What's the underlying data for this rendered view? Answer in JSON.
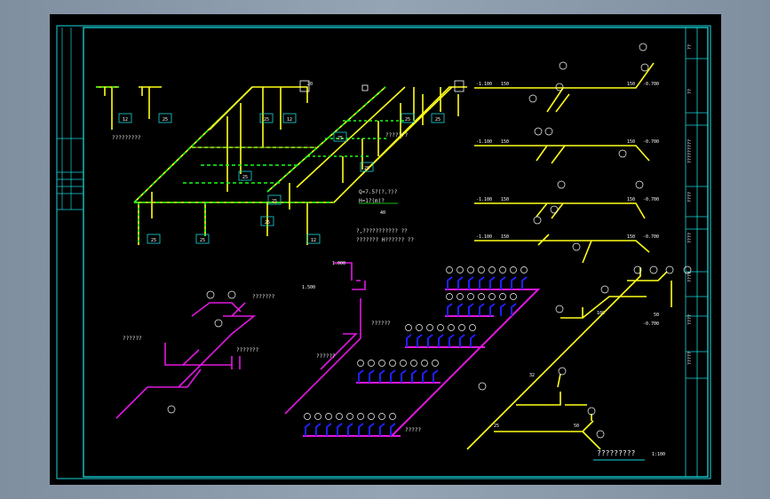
{
  "drawing": {
    "title": "?????????",
    "scale": "1:100"
  },
  "labels": {
    "top_left_system": "?????????",
    "top_middle_system": "???????",
    "note_line1": "Q=7.5?(?.?)?",
    "note_line2": "H=1?(m)?",
    "note_line3": "?,???????????  ??",
    "note_line4": "???????  H??????  ??",
    "mid_left_a": "???????",
    "mid_left_b": "??????",
    "mid_left_c": "???????",
    "mid_center_a": "??????",
    "mid_center_b": "??????",
    "bottom_center": "?????",
    "ceiling_level": "1.000",
    "ceiling_level_b": "1.500"
  },
  "levels": [
    "-1.100",
    "-0.700",
    "-1.100",
    "-0.700",
    "-1.100",
    "-0.700",
    "-1.100",
    "-0.700",
    "-0.700"
  ],
  "dims": [
    "150",
    "150",
    "150",
    "150",
    "150",
    "150",
    "150",
    "150",
    "50",
    "100",
    "50",
    "25",
    "32",
    "20",
    "40"
  ],
  "pipe_tags": [
    "12",
    "25",
    "25",
    "12",
    "25",
    "25",
    "25",
    "25",
    "25",
    "12",
    "25",
    "25",
    "25",
    "25"
  ],
  "title_block": {
    "col1": [
      "??",
      "??",
      "?????????",
      "????",
      "????",
      "????",
      "????",
      "?????"
    ]
  },
  "colors": {
    "frame": "#17d6de",
    "yellow": "#ffff19",
    "green": "#18ff18",
    "magenta": "#e018e0",
    "blue": "#2020ff",
    "white": "#ffffff"
  }
}
